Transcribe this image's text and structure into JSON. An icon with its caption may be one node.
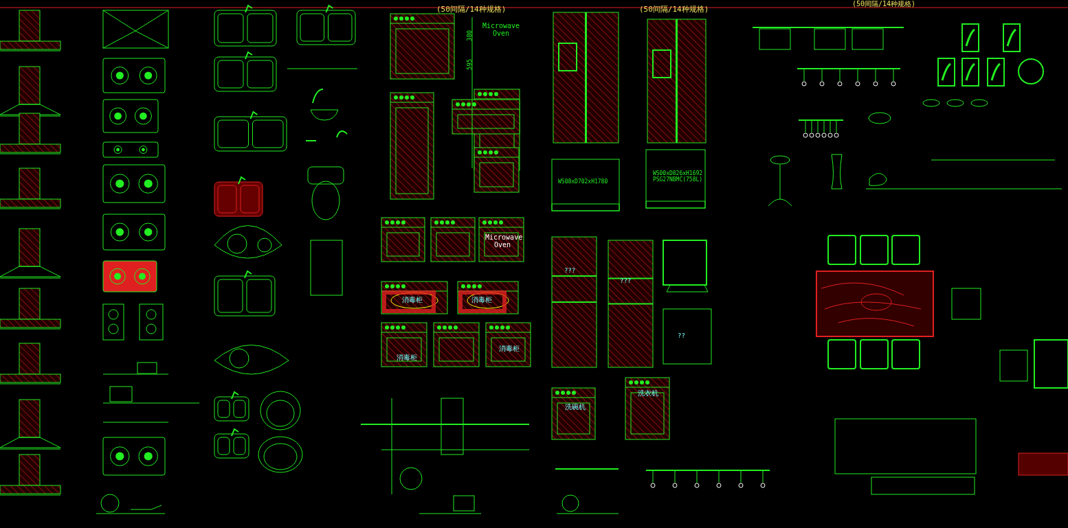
{
  "diagram": {
    "labels": [
      "(50间隔/14种规格)",
      "(50间隔/14种规格)",
      "(50间隔/14种规格)",
      "Microwave Oven",
      "380",
      "595",
      "WS08xD702xH1780",
      "WS00xD826xH1692 PSG27NBMC(758L)",
      "Microwave Oven",
      "消毒柜",
      "消毒柜",
      "???",
      "???",
      "消毒柜",
      "消毒柜",
      "??",
      "洗碗机",
      "洗衣机"
    ]
  }
}
